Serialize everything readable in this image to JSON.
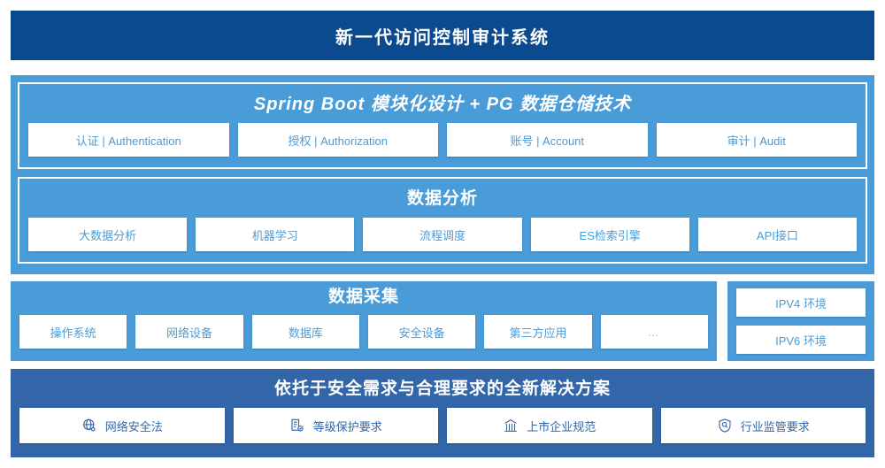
{
  "header": {
    "title": "新一代访问控制审计系统"
  },
  "platform": {
    "springboot": {
      "title": "Spring Boot 模块化设计 + PG 数据仓储技术",
      "cards": [
        {
          "label": "认证 | Authentication"
        },
        {
          "label": "授权 | Authorization"
        },
        {
          "label": "账号 | Account"
        },
        {
          "label": "审计 | Audit"
        }
      ]
    },
    "analysis": {
      "title": "数据分析",
      "cards": [
        {
          "label": "大数据分析"
        },
        {
          "label": "机器学习"
        },
        {
          "label": "流程调度"
        },
        {
          "label": "ES检索引擎"
        },
        {
          "label": "API接口"
        }
      ]
    }
  },
  "collection": {
    "title": "数据采集",
    "cards": [
      {
        "label": "操作系统"
      },
      {
        "label": "网络设备"
      },
      {
        "label": "数据库"
      },
      {
        "label": "安全设备"
      },
      {
        "label": "第三方应用"
      },
      {
        "label": "…"
      }
    ]
  },
  "environment": {
    "cards": [
      {
        "label": "IPV4 环境"
      },
      {
        "label": "IPV6 环境"
      }
    ]
  },
  "solution": {
    "title": "依托于安全需求与合理要求的全新解决方案",
    "cards": [
      {
        "label": "网络安全法",
        "icon": "globe-network-icon"
      },
      {
        "label": "等级保护要求",
        "icon": "document-check-icon"
      },
      {
        "label": "上市企业规范",
        "icon": "bank-building-icon"
      },
      {
        "label": "行业监管要求",
        "icon": "shield-search-icon"
      }
    ]
  },
  "colors": {
    "header_navy": "#0b4a8f",
    "panel_blue": "#4a9cd8",
    "solution_blue": "#3366a8",
    "card_white": "#ffffff"
  }
}
